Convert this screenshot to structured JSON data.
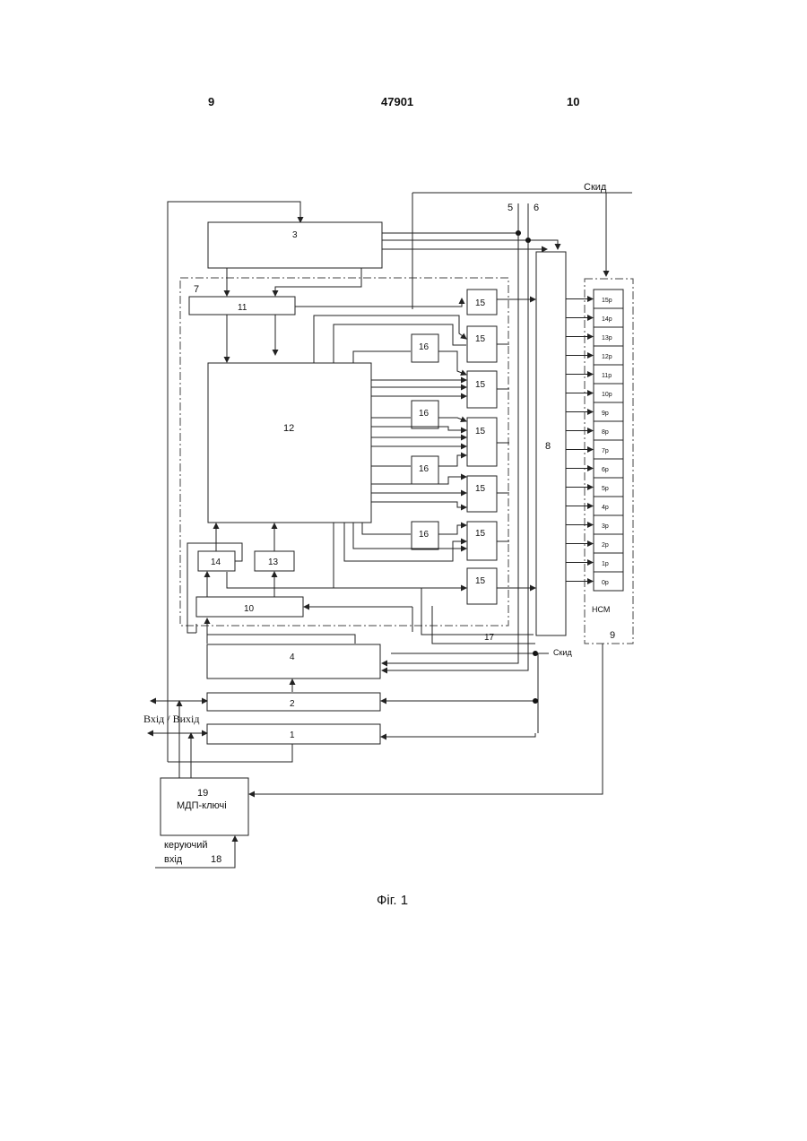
{
  "header": {
    "left_page": "9",
    "doc_number": "47901",
    "right_page": "10"
  },
  "caption": "Фіг. 1",
  "blocks": {
    "b1": "1",
    "b2": "2",
    "b3": "3",
    "b4": "4",
    "b7": "7",
    "b8": "8",
    "b9": "9",
    "b10": "10",
    "b11": "11",
    "b12": "12",
    "b13": "13",
    "b14": "14",
    "b15": "15",
    "b16": "16",
    "b17": "17",
    "b19": "19",
    "b19_desc": "МДП-ключі"
  },
  "signals": {
    "skyd_top": "Скид",
    "skyd_mid": "Скид",
    "line5": "5",
    "line6": "6",
    "io": "Вхід / Вихід",
    "ctrl_line1": "керуючий",
    "ctrl_line2": "вхід",
    "ctrl_num": "18",
    "ncm": "НСМ"
  },
  "registers": [
    "15р",
    "14р",
    "13р",
    "12р",
    "11р",
    "10р",
    "9р",
    "8р",
    "7р",
    "6р",
    "5р",
    "4р",
    "3р",
    "2р",
    "1р",
    "0р"
  ]
}
